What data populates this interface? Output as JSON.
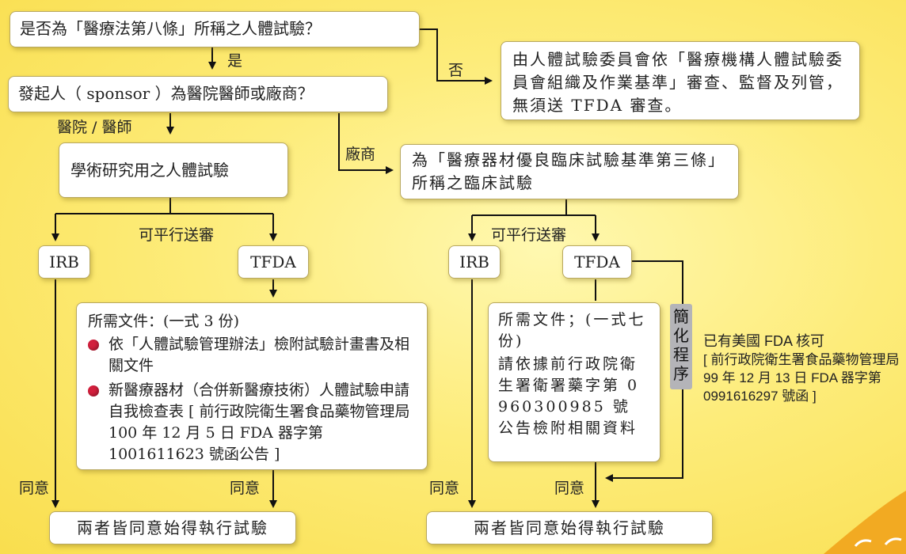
{
  "q1": "是否為「醫療法第八條」所稱之人體試驗？",
  "yes_label": "是",
  "no_label": "否",
  "no_result": "由人體試驗委員會依「醫療機構人體試驗委員會組織及作業基準」審查、監督及列管，無須送 TFDA 審查。",
  "q2": "發起人（ sponsor ）為醫院醫師或廠商？",
  "hospital_label": "醫院 / 醫師",
  "vendor_label": "廠商",
  "academic_box": "學術研究用之人體試驗",
  "device_box": "為「醫療器材優良臨床試驗基準第三條」所稱之臨床試驗",
  "parallel_label": "可平行送審",
  "irb_label": "IRB",
  "tfda_label": "TFDA",
  "left_docs": {
    "title": "所需文件：(一式 3 份)",
    "items": [
      "依「人體試驗管理辦法」檢附試驗計畫書及相關文件",
      "新醫療器材（合併新醫療技術）人體試驗申請自我檢查表 [ 前行政院衛生署食品藥物管理局 100 年 12 月 5 日 FDA 器字第 1001611623 號函公告 ]"
    ]
  },
  "right_docs": {
    "title": "所需文件；(一式七份)",
    "body": "請依據前行政院衛生署衛署藥字第 0960300985 號 公告檢附相關資料"
  },
  "simplified_tag": [
    "簡",
    "化",
    "程",
    "序"
  ],
  "fda_note_line1": "已有美國 FDA 核可",
  "fda_note_rest": "[ 前行政院衛生署食品藥物管理局 99 年 12 月 13 日 FDA 器字第 0991616297 號函 ]",
  "agree_label": "同意",
  "final_box": "兩者皆同意始得執行試驗"
}
